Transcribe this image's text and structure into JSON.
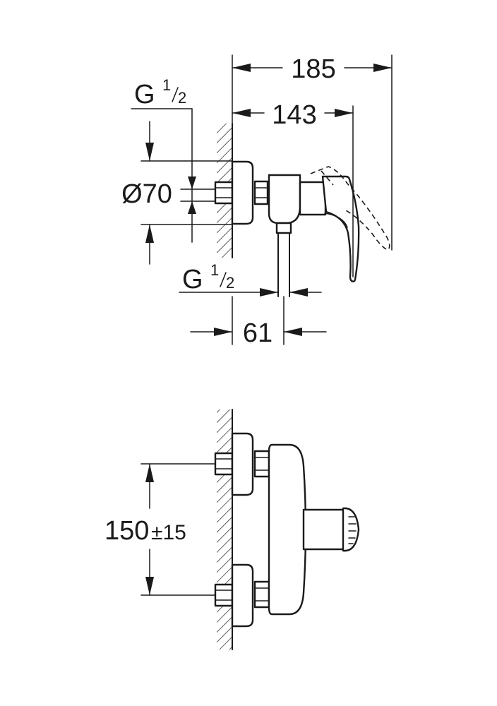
{
  "side_view": {
    "dim_185": "185",
    "dim_143": "143",
    "dim_61": "61",
    "dim_diameter": "Ø70",
    "thread_top": {
      "main": "G",
      "numerator": "1",
      "denominator": "2"
    },
    "thread_bottom": {
      "main": "G",
      "numerator": "1",
      "denominator": "2"
    }
  },
  "front_view": {
    "dim_center": "150",
    "dim_tolerance": "±15"
  }
}
